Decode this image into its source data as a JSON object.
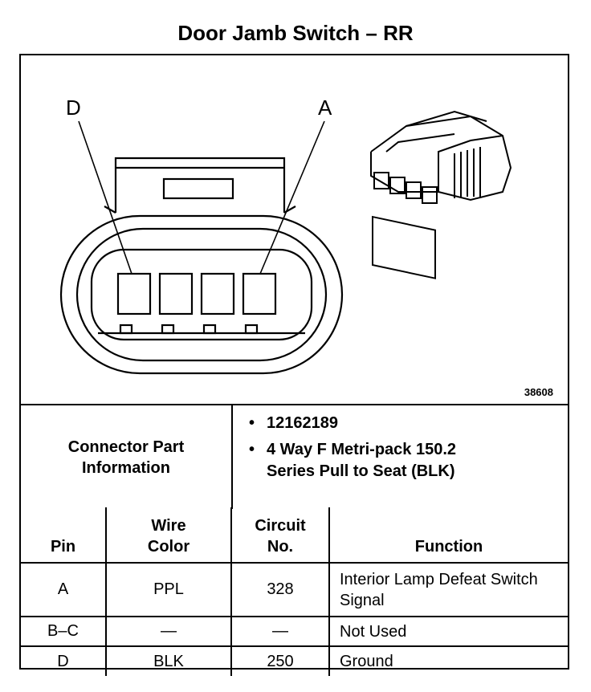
{
  "title": "Door Jamb Switch – RR",
  "figure_number": "38608",
  "pin_labels": {
    "left": "D",
    "right": "A"
  },
  "connector_info": {
    "label": "Connector Part Information",
    "items": [
      "12162189",
      "4 Way F Metri-pack 150.2 Series Pull to Seat (BLK)"
    ]
  },
  "table": {
    "headers": {
      "pin": "Pin",
      "wire": "Wire Color",
      "circuit": "Circuit No.",
      "function": "Function"
    },
    "rows": [
      {
        "pin": "A",
        "wire": "PPL",
        "circuit": "328",
        "function": "Interior Lamp Defeat Switch Signal"
      },
      {
        "pin": "B–C",
        "wire": "—",
        "circuit": "—",
        "function": "Not Used"
      },
      {
        "pin": "D",
        "wire": "BLK",
        "circuit": "250",
        "function": "Ground"
      }
    ]
  }
}
